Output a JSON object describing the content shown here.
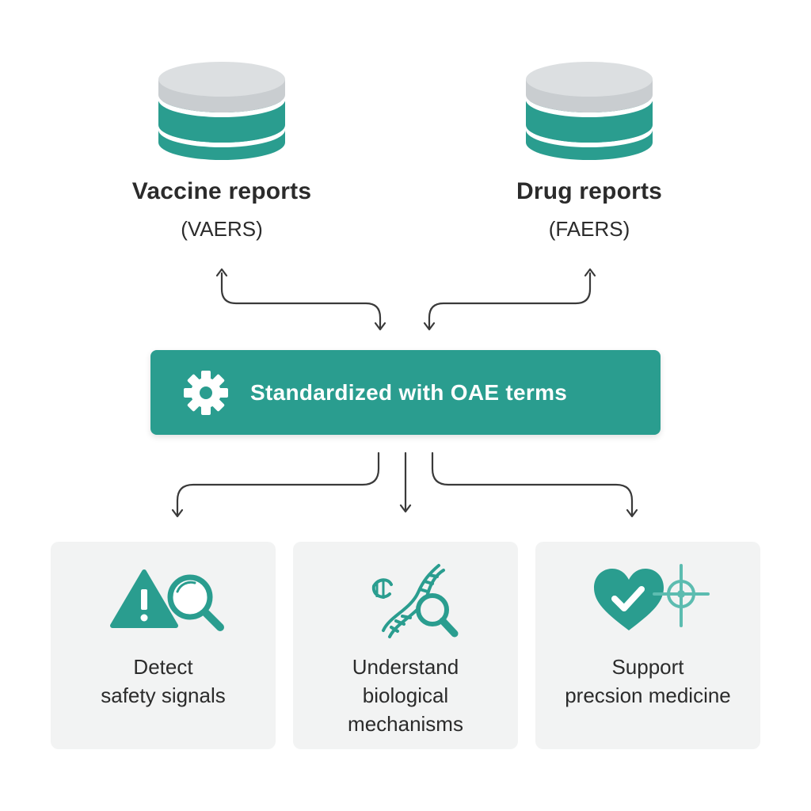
{
  "sources": [
    {
      "title": "Vaccine reports",
      "subtitle": "(VAERS)",
      "icon": "database-icon"
    },
    {
      "title": "Drug reports",
      "subtitle": "(FAERS)",
      "icon": "database-icon"
    }
  ],
  "process": {
    "label": "Standardized with OAE terms",
    "icon": "gear-icon"
  },
  "outcomes": [
    {
      "label": "Detect\nsafety signals",
      "icon": "warning-search-icon"
    },
    {
      "label": "Understand\nbiological\nmechanisms",
      "icon": "dna-search-icon"
    },
    {
      "label": "Support\nprecsion medicine",
      "icon": "heart-target-icon"
    }
  ],
  "colors": {
    "teal": "#2a9d8f",
    "db_top": "#d5d8da",
    "card_bg": "#f2f3f3",
    "text": "#2b2b2b",
    "arrow": "#3a3a3a"
  }
}
